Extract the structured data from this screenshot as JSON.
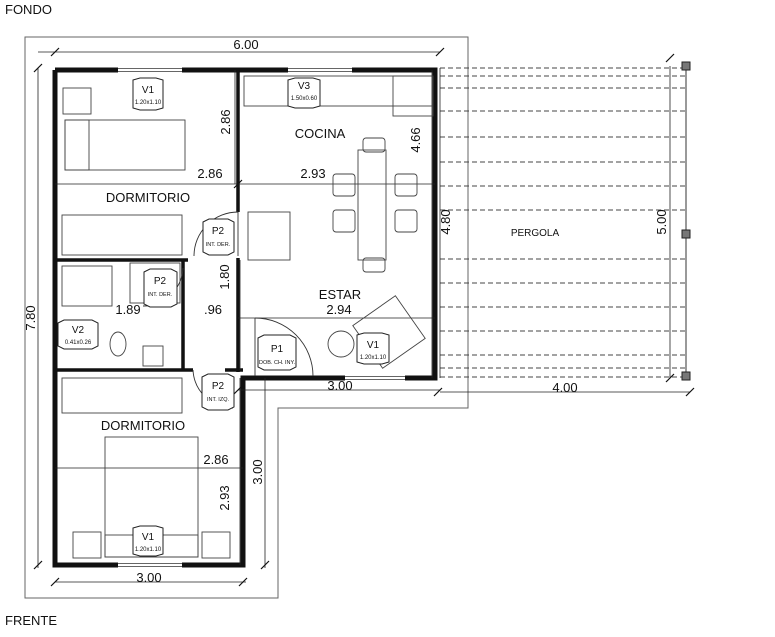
{
  "orientation": {
    "top": "FONDO",
    "bottom": "FRENTE"
  },
  "rooms": {
    "dormitorio_top": "DORMITORIO",
    "dormitorio_bottom": "DORMITORIO",
    "cocina": "COCINA",
    "estar": "ESTAR",
    "pergola": "PERGOLA"
  },
  "dimensions": {
    "overall_width": "6.00",
    "overall_height": "7.80",
    "right_height": "4.80",
    "pergola_depth": "5.00",
    "pergola_width": "4.00",
    "living_width_bottom": "3.00",
    "bottom_width": "3.00",
    "lower_wing_height": "3.00",
    "dorm_top_h": "2.86",
    "dorm_top_w": "2.86",
    "kitchen_w": "2.93",
    "kitchen_h": "4.66",
    "hall_h": "1.80",
    "bath_w": "1.89",
    "hall_w": ".96",
    "estar_w": "2.94",
    "dorm_bottom_w": "2.86",
    "dorm_bottom_h": "2.93"
  },
  "openings": {
    "v1_top": {
      "code": "V1",
      "size": "1.20x1.10"
    },
    "v3": {
      "code": "V3",
      "size": "1.50x0.60"
    },
    "v2": {
      "code": "V2",
      "size": "0.41x0.26"
    },
    "v1_estar": {
      "code": "V1",
      "size": "1.20x1.10"
    },
    "v1_bottom": {
      "code": "V1",
      "size": "1.20x1.10"
    },
    "p2_top": {
      "code": "P2",
      "size": "INT. DER."
    },
    "p2_bath": {
      "code": "P2",
      "size": "INT. DER."
    },
    "p2_bottom": {
      "code": "P2",
      "size": "INT. IZQ."
    },
    "p1": {
      "code": "P1",
      "size": "DOB. CH. INY."
    }
  }
}
